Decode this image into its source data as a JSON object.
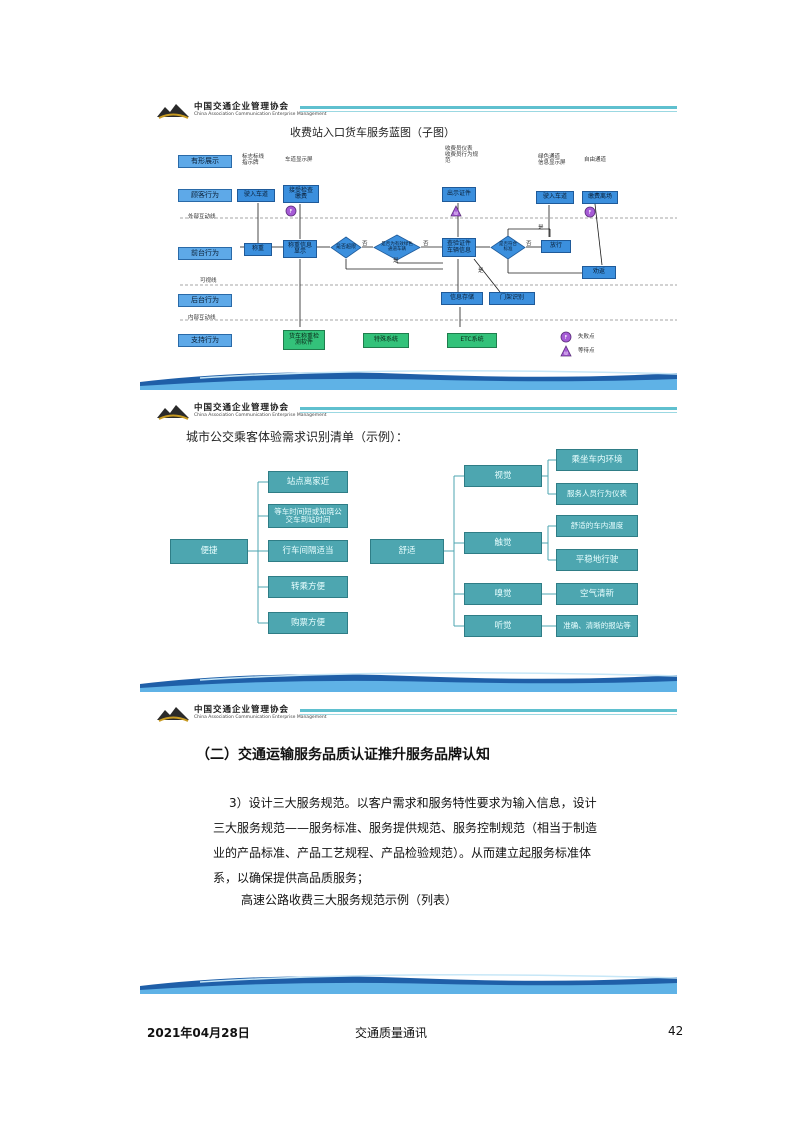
{
  "org": {
    "name_cn": "中国交通企业管理协会",
    "name_en": "China Association Communication Enterprise Management"
  },
  "slide1": {
    "title": "收费站入口货车服务蓝图（子图）",
    "lanes": [
      "有形展示",
      "顾客行为",
      "前台行为",
      "后台行为",
      "支持行为"
    ],
    "lines": [
      "外部互动线",
      "可视线",
      "内部互动线"
    ],
    "top_texts": [
      "标志标线\n指示牌",
      "车道显示屏",
      "收费员仪表\n收费员行为规范",
      "绿色通道\n信息显示屏",
      "自由通道"
    ],
    "customer_boxes": [
      "驶入车道",
      "接受检查\n缴费",
      "出示证件",
      "驶入车道",
      "缴费离场"
    ],
    "front_boxes": [
      "称重",
      "称重信息\n显示",
      "是否超限",
      "是否为有效绿色通道车辆",
      "查验证件\n车辆信息",
      "是否符合\n标准",
      "放行",
      "劝返"
    ],
    "yes_no": [
      "否",
      "是",
      "否",
      "是",
      "否",
      "是"
    ],
    "back_boxes": [
      "信息存储",
      "门架识别"
    ],
    "support_boxes": [
      "货车称重检测软件",
      "特殊系统",
      "ETC系统"
    ],
    "legend": [
      "失败点",
      "等待点"
    ]
  },
  "slide2": {
    "title": "城市公交乘客体验需求识别清单（示例）：",
    "root_left": "便捷",
    "left_children": [
      "站点离家近",
      "等车时间短或知晓公交车到站时间",
      "行车间隔适当",
      "转乘方便",
      "购票方便"
    ],
    "root_right": "舒适",
    "right_mid": [
      "视觉",
      "触觉",
      "嗅觉",
      "听觉"
    ],
    "right_leaves": [
      "乘坐车内环境",
      "服务人员行为仪表",
      "舒适的车内温度",
      "平稳地行驶",
      "空气清新",
      "准确、清晰的报站等"
    ]
  },
  "slide3": {
    "heading": "（二）交通运输服务品质认证推升服务品牌认知",
    "paragraph": "3）设计三大服务规范。以客户需求和服务特性要求为输入信息，设计三大服务规范——服务标准、服务提供规范、服务控制规范（相当于制造业的产品标准、产品工艺规程、产品检验规范）。从而建立起服务标准体系，以确保提供高品质服务；",
    "caption": "高速公路收费三大服务规范示例（列表）"
  },
  "footer": {
    "date": "2021年04月28日",
    "publication": "交通质量通讯",
    "page": "42"
  }
}
